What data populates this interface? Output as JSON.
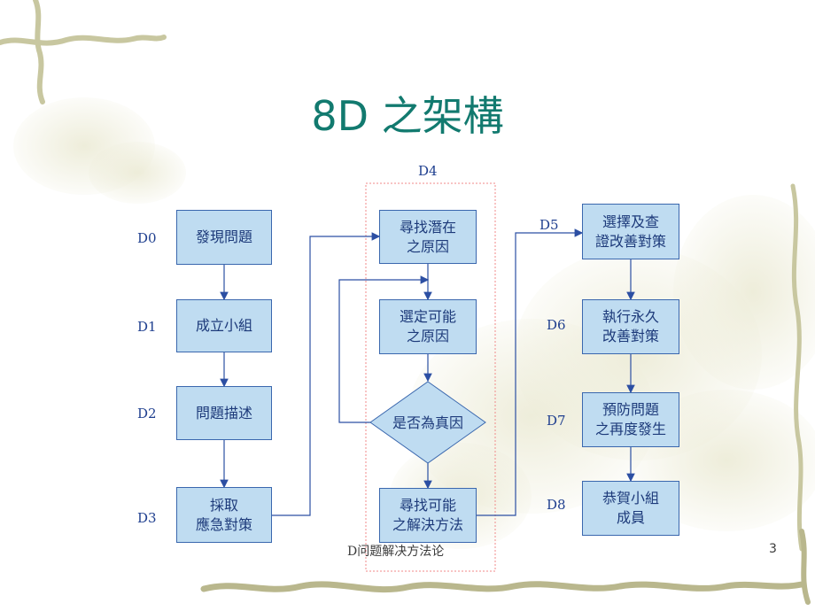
{
  "title": "8D 之架構",
  "d4_label": "D4",
  "stages": {
    "d0": "D0",
    "d1": "D1",
    "d2": "D2",
    "d3": "D3",
    "d5": "D5",
    "d6": "D6",
    "d7": "D7",
    "d8": "D8"
  },
  "boxes": {
    "discover": "發現問題",
    "team": "成立小組",
    "describe": "問題描述",
    "emergency": "採取\n應急對策",
    "find_root": "尋找潛在\n之原因",
    "choose_cause": "選定可能\n之原因",
    "is_true_cause": "是否為真因",
    "find_solution": "尋找可能\n之解決方法",
    "select_verify": "選擇及查\n證改善對策",
    "permanent": "執行永久\n改善對策",
    "prevent": "預防問題\n之再度發生",
    "congratulate": "恭賀小組\n成員"
  },
  "footer": "D问题解决方法论",
  "page_number": "3",
  "colors": {
    "title": "#127a6f",
    "box_fill": "#bfdcf1",
    "box_border": "#3a67ae",
    "connector": "#2c4fa3",
    "text": "#1d3a7a",
    "decor": "#c9c9a3"
  }
}
